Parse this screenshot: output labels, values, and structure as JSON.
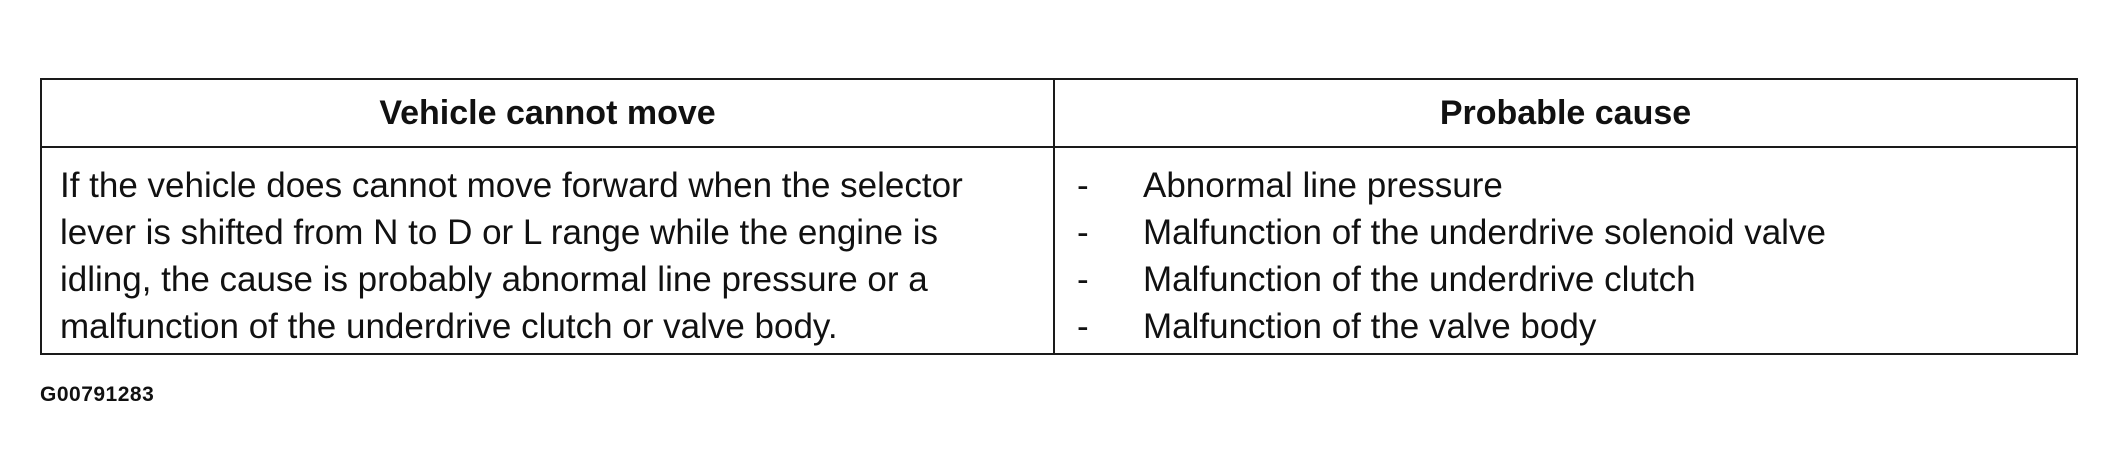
{
  "table": {
    "header_left": "Vehicle cannot move",
    "header_right": "Probable cause",
    "description_lines": [
      "If the vehicle does cannot move forward when the selector",
      "lever is shifted from N to D or L range while the engine is",
      "idling, the cause is probably abnormal line pressure or a",
      "malfunction of the underdrive clutch or valve body."
    ],
    "causes": [
      {
        "bullet": "-",
        "text": "Abnormal line pressure"
      },
      {
        "bullet": "-",
        "text": "Malfunction of the underdrive solenoid valve"
      },
      {
        "bullet": "-",
        "text": "Malfunction of the underdrive clutch"
      },
      {
        "bullet": "-",
        "text": "Malfunction of the valve body"
      }
    ]
  },
  "figure_id": "G00791283"
}
